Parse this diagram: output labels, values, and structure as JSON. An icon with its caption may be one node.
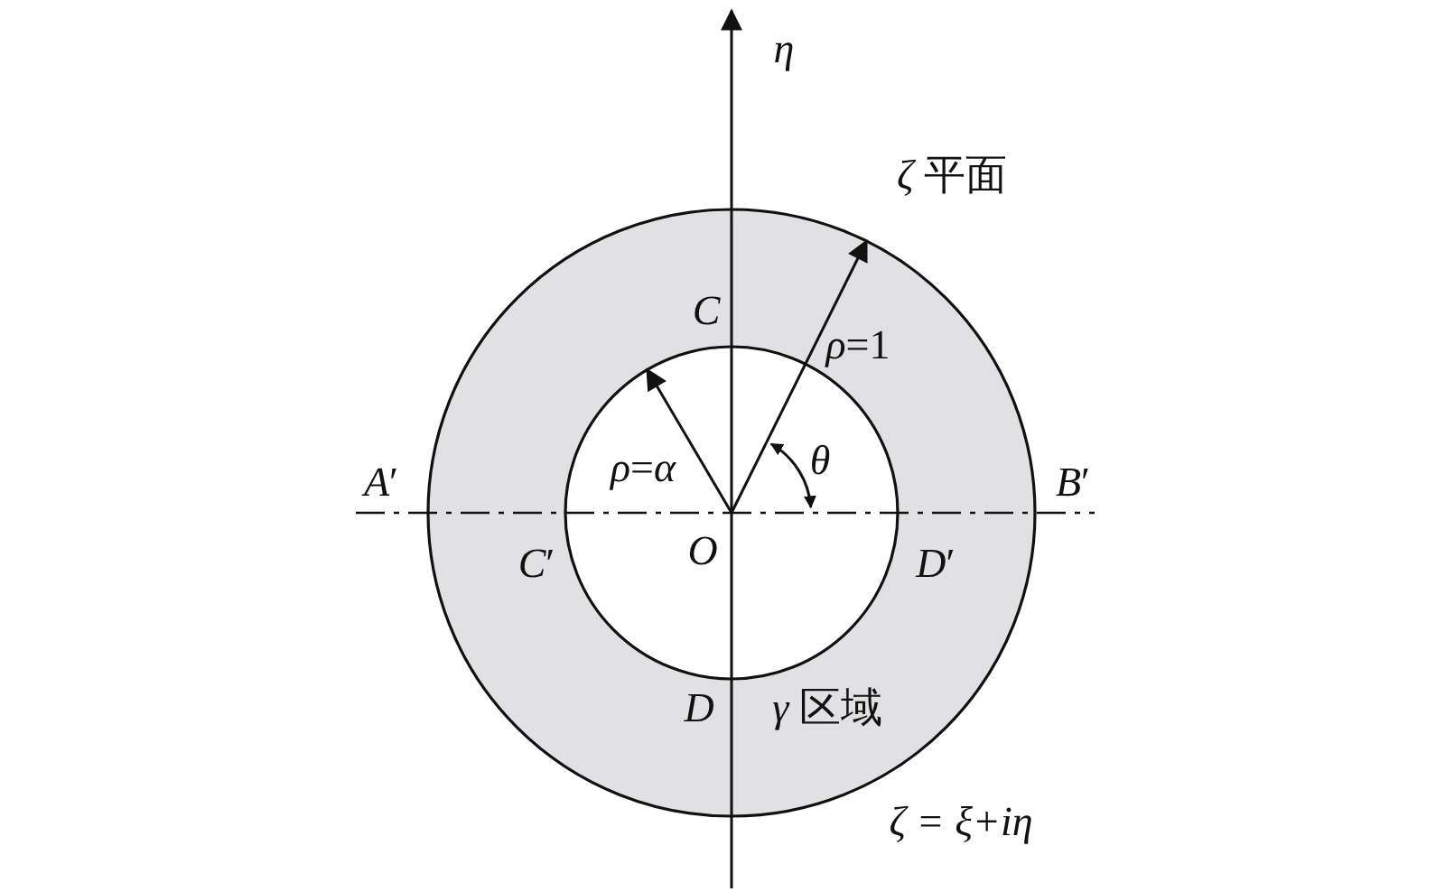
{
  "diagram": {
    "labels": [
      "*η*",
      "*ζ* 平面",
      "C",
      "*ρ*=1",
      "*ρ*=*α*",
      "*θ*",
      "*A*′",
      "*B*′",
      "O",
      "*C*′",
      "*D*′",
      "D",
      "*γ* 区域",
      "ζ = ξ+iη"
    ]
  }
}
